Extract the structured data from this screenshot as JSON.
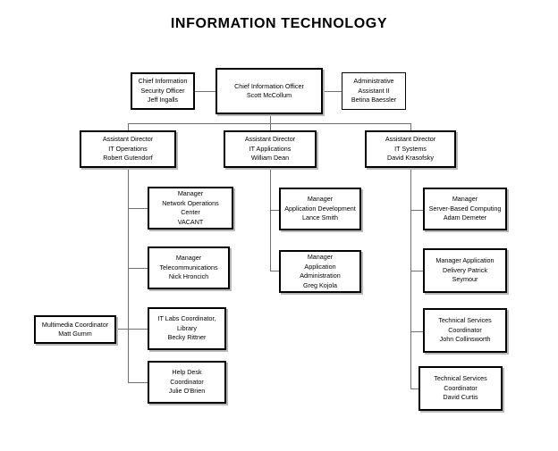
{
  "page": {
    "title": "INFORMATION TECHNOLOGY",
    "background_color": "#ffffff",
    "text_color": "#000000",
    "connector_color": "#6f6f6f"
  },
  "nodes": {
    "ciso": {
      "title": "Chief Information\nSecurity Officer\nJeff Ingalls",
      "role": "Chief Information Security Officer",
      "name": "Jeff Ingalls"
    },
    "cio": {
      "title": "Chief Information Officer\nScott McCollum",
      "role": "Chief Information Officer",
      "name": "Scott McCollum"
    },
    "admin_assistant": {
      "title": "Administrative\nAssistant II\nBetina Baessler",
      "role": "Administrative Assistant II",
      "name": "Betina Baessler"
    },
    "ad_operations": {
      "title": "Assistant Director\nIT Operations\nRobert Gutendorf",
      "role": "Assistant Director IT Operations",
      "name": "Robert Gutendorf"
    },
    "ad_applications": {
      "title": "Assistant Director\nIT Applications\nWilliam Dean",
      "role": "Assistant Director IT Applications",
      "name": "William Dean"
    },
    "ad_systems": {
      "title": "Assistant Director\nIT Systems\nDavid Krasofsky",
      "role": "Assistant Director IT Systems",
      "name": "David Krasofsky"
    },
    "mgr_noc": {
      "title": "Manager\nNetwork Operations Center\nVACANT",
      "role": "Manager Network Operations Center",
      "name": "VACANT"
    },
    "mgr_telecom": {
      "title": "Manager\nTelecommunications\nNick Hroncich",
      "role": "Manager Telecommunications",
      "name": "Nick Hroncich"
    },
    "multimedia_coordinator": {
      "title": "Multimedia Coordinator\nMatt Gumm",
      "role": "Multimedia Coordinator",
      "name": "Matt Gumm"
    },
    "it_labs_coordinator": {
      "title": "IT Labs Coordinator,\nLibrary\nBecky Rittner",
      "role": "IT Labs Coordinator, Library",
      "name": "Becky Rittner"
    },
    "help_desk": {
      "title": "Help Desk\nCoordinator\nJulie O'Brien",
      "role": "Help Desk Coordinator",
      "name": "Julie O'Brien"
    },
    "mgr_app_dev": {
      "title": "Manager\nApplication Development\nLance Smith",
      "role": "Manager Application Development",
      "name": "Lance Smith"
    },
    "mgr_app_admin": {
      "title": "Manager\nApplication Administration\nGreg Kojola",
      "role": "Manager Application Administration",
      "name": "Greg Kojola"
    },
    "mgr_server_computing": {
      "title": "Manager\nServer-Based Computing\nAdam Demeter",
      "role": "Manager Server-Based Computing",
      "name": "Adam Demeter"
    },
    "mgr_app_delivery": {
      "title": "Manager Application\nDelivery Patrick\nSeymour",
      "role": "Manager Application Delivery",
      "name": "Patrick Seymour"
    },
    "tech_services_collinsworth": {
      "title": "Technical Services\nCoordinator\nJohn Collinsworth",
      "role": "Technical Services Coordinator",
      "name": "John Collinsworth"
    },
    "tech_services_curtis": {
      "title": "Technical Services\nCoordinator\nDavid Curtis",
      "role": "Technical Services Coordinator",
      "name": "David Curtis"
    }
  }
}
